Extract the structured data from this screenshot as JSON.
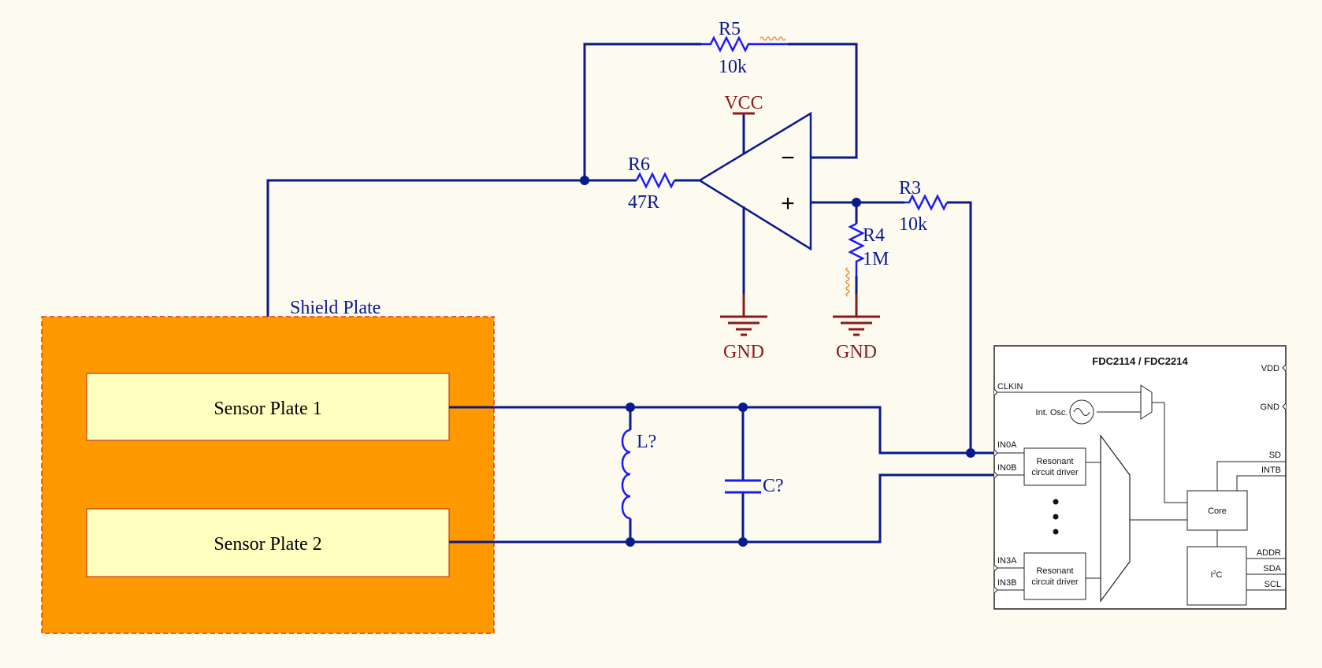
{
  "colors": {
    "background": "#fdfaf0",
    "wire": "#0a1a8c",
    "part": "#1a1aff",
    "label": "#0a1a8c",
    "power": "#8b1a1a",
    "shield_fill": "#ff9900",
    "shield_border": "#e23a1a",
    "plate_fill": "#ffffc0",
    "plate_border": "#c04020",
    "chip_fill": "#ffffff",
    "chip_line": "#222222",
    "squiggle": "#e8892a"
  },
  "resistors": {
    "r5": {
      "ref": "R5",
      "value": "10k"
    },
    "r6": {
      "ref": "R6",
      "value": "47R"
    },
    "r3": {
      "ref": "R3",
      "value": "10k"
    },
    "r4": {
      "ref": "R4",
      "value": "1M"
    }
  },
  "opamp": {
    "minus": "−",
    "plus": "+"
  },
  "power": {
    "vcc": "VCC",
    "gnd_left": "GND",
    "gnd_right": "GND"
  },
  "shield": {
    "label": "Shield Plate"
  },
  "plates": {
    "p1": "Sensor Plate 1",
    "p2": "Sensor Plate 2"
  },
  "tank": {
    "inductor": "L?",
    "capacitor": "C?"
  },
  "chip": {
    "title": "FDC2114 / FDC2214",
    "pins_left": {
      "clkin": "CLKIN",
      "in0a": "IN0A",
      "in0b": "IN0B",
      "in3a": "IN3A",
      "in3b": "IN3B"
    },
    "pins_right": {
      "vdd": "VDD",
      "gnd": "GND",
      "sd": "SD",
      "intb": "INTB",
      "addr": "ADDR",
      "sda": "SDA",
      "scl": "SCL"
    },
    "osc": "Int. Osc.",
    "driver_top": {
      "line1": "Resonant",
      "line2": "circuit driver"
    },
    "driver_bottom": {
      "line1": "Resonant",
      "line2": "circuit driver"
    },
    "core": "Core",
    "i2c": {
      "main": "I",
      "sup": "2",
      "tail": "C"
    }
  }
}
